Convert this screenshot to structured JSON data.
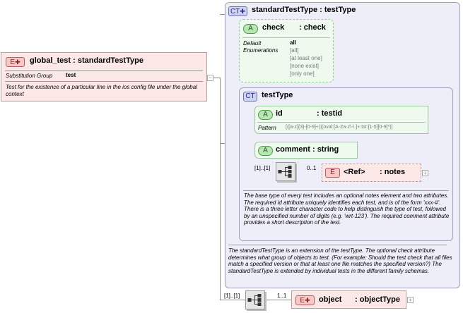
{
  "global_test": {
    "badge": "E",
    "title": "global_test : standardTestType",
    "sub_group_label": "Substitution Group",
    "sub_group_value": "test",
    "description": "Test for the existence of a particular line in the ios config file under the global context"
  },
  "standard_test_type": {
    "badge": "CT",
    "title": "standardTestType : testType",
    "check_attr": {
      "badge": "A",
      "name": "check",
      "type": ": check",
      "labels": [
        "Default",
        "Enumerations"
      ],
      "default_value": "all",
      "enumerations": [
        "[all]",
        "[at least one]",
        "[none exist]",
        "[only one]"
      ]
    },
    "description": "The standardTestType is an extension of the testType.  The optional check attribute determines what group of objects to test.  (For example: Should the test check that all files match a specified version or that at least one file matches the specified version?)  The standardTestType is extended by individual tests in the different family schemas."
  },
  "test_type": {
    "badge": "CT",
    "title": "testType",
    "id_attr": {
      "badge": "A",
      "name": "id",
      "type": ": testid",
      "pattern_label": "Pattern",
      "pattern_value": "[([a-z]{3}-[0-9]+)|(oval:[A-Za-z\\-\\.]+:tst:[1-5][0-9]*)]"
    },
    "comment_attr": {
      "badge": "A",
      "name": "comment",
      "type": ": string"
    },
    "seq_multiplicity": "[1]..[1]",
    "notes_multiplicity": "0..1",
    "notes": {
      "badge": "E",
      "name": "<Ref>",
      "type": ": notes"
    },
    "description": "The base type of every test includes an optional notes element and two attributes.  The required id attribute uniquely identifies each test, and is of the form 'xxx-#'.  There is a three letter character code to help distinguish the type of test, followed by an unspecified number of digits (e.g. 'wrt-123').  The required comment attribute provides a short description of the test."
  },
  "outer_sequence": {
    "seq_multiplicity": "[1]..[1]",
    "object_multiplicity": "1..1",
    "object": {
      "badge": "E",
      "name": "object",
      "type": ": objectType"
    }
  },
  "colors": {
    "element_fill": "#fde8e8",
    "element_border": "#b9a0a0",
    "complex_fill": "#eeeef8",
    "complex_border": "#a0a0c0",
    "attribute_fill": "#eefaee",
    "attribute_border": "#9cc99c"
  },
  "icons": [
    "element-badge",
    "complex-type-badge",
    "attribute-badge",
    "sequence-icon",
    "expand-plus-icon"
  ]
}
